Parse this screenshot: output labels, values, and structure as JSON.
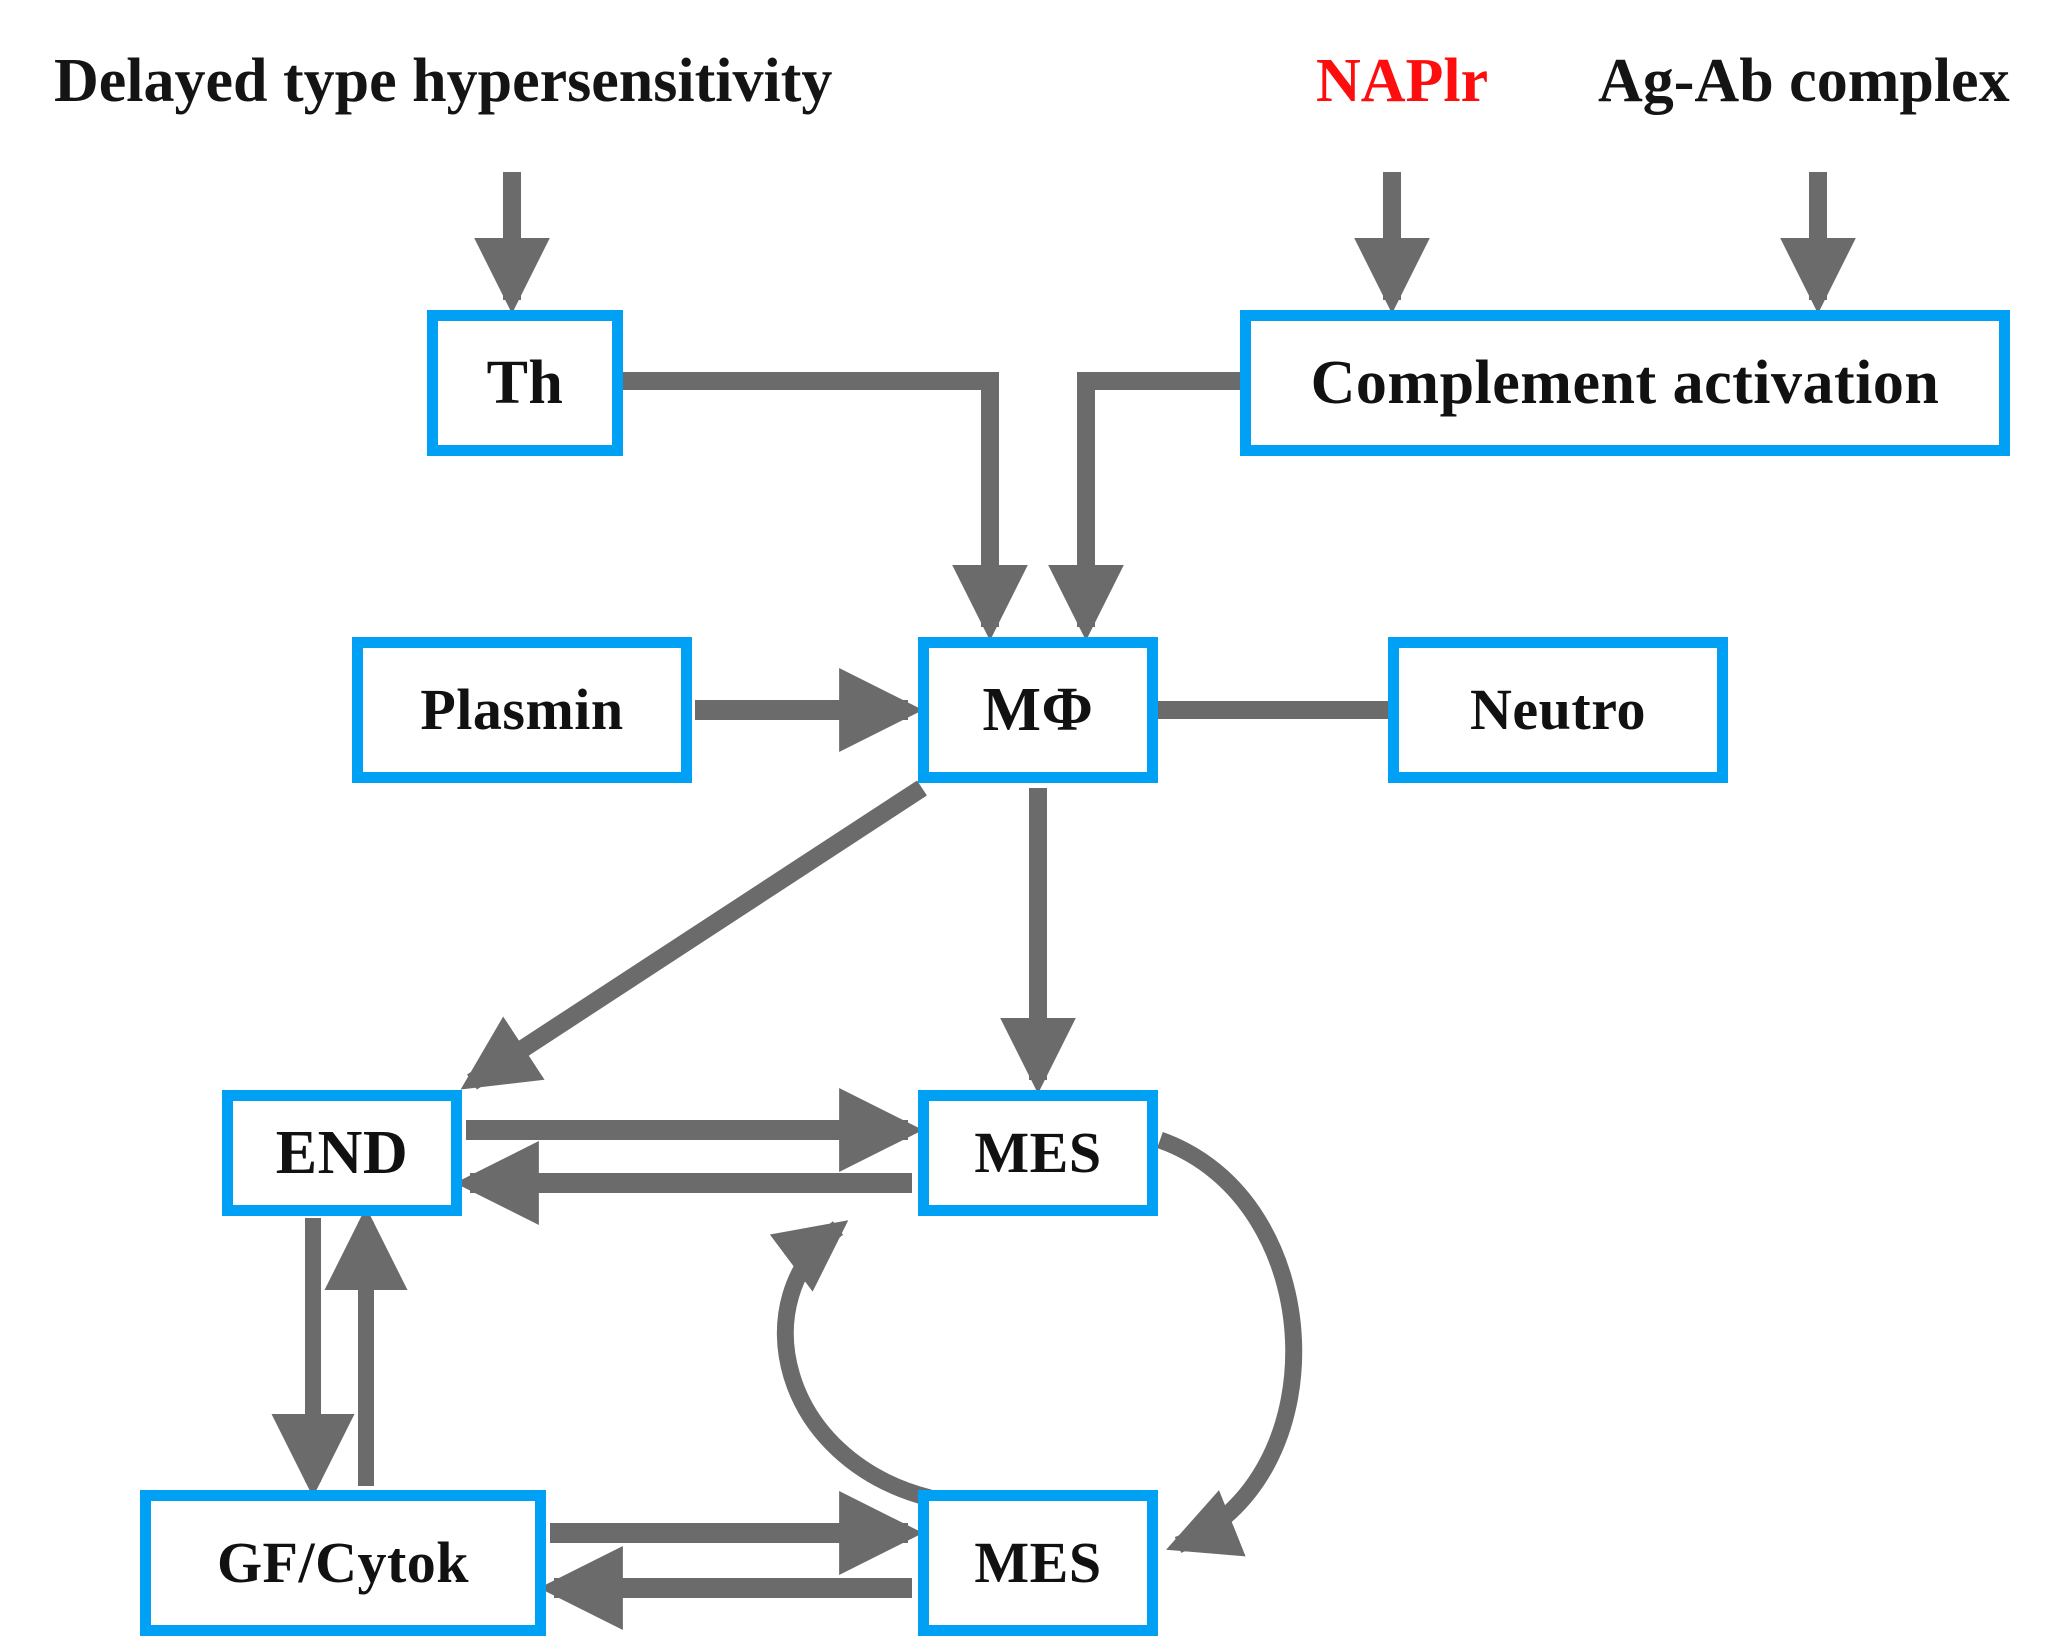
{
  "diagram": {
    "title_context": "Pathogenesis pathway of glomerulonephritis",
    "background_color": "#ffffff",
    "node_border_color": "#00a0f5",
    "node_fill_color": "#ffffff",
    "edge_color": "#6b6b6b",
    "text_color": "#141414",
    "highlight_color": "#fd0d0d"
  },
  "free_labels": [
    {
      "id": "dth",
      "text": "Delayed type hypersensitivity",
      "color": "#141414"
    },
    {
      "id": "naplr",
      "text": "NAPlr",
      "color": "#fd0d0d"
    },
    {
      "id": "agab",
      "text": "Ag-Ab complex",
      "color": "#141414"
    }
  ],
  "nodes": [
    {
      "id": "th",
      "label": "Th"
    },
    {
      "id": "complement",
      "label": "Complement activation"
    },
    {
      "id": "plasmin",
      "label": "Plasmin"
    },
    {
      "id": "mphi",
      "label": "MΦ"
    },
    {
      "id": "neutro",
      "label": "Neutro"
    },
    {
      "id": "end",
      "label": "END"
    },
    {
      "id": "mes_top",
      "label": "MES"
    },
    {
      "id": "gfcytok",
      "label": "GF/Cytok"
    },
    {
      "id": "mes_bottom",
      "label": "MES"
    }
  ],
  "edges": [
    {
      "id": "dth-to-th",
      "from": "Delayed type hypersensitivity",
      "to": "Th",
      "style": "straight-arrow",
      "direction": "down"
    },
    {
      "id": "naplr-to-complement",
      "from": "NAPlr",
      "to": "Complement activation",
      "style": "straight-arrow",
      "direction": "down"
    },
    {
      "id": "agab-to-complement",
      "from": "Ag-Ab complex",
      "to": "Complement activation",
      "style": "straight-arrow",
      "direction": "down"
    },
    {
      "id": "th-to-mphi",
      "from": "Th",
      "to": "MΦ",
      "style": "elbow-arrow",
      "direction": "right-down"
    },
    {
      "id": "complement-to-mphi",
      "from": "Complement activation",
      "to": "MΦ",
      "style": "elbow-arrow",
      "direction": "left-down"
    },
    {
      "id": "plasmin-to-mphi",
      "from": "Plasmin",
      "to": "MΦ",
      "style": "straight-arrow",
      "direction": "right"
    },
    {
      "id": "mphi-to-neutro",
      "from": "MΦ",
      "to": "Neutro",
      "style": "plain-line",
      "direction": "none"
    },
    {
      "id": "mphi-to-end",
      "from": "MΦ",
      "to": "END",
      "style": "diagonal-arrow",
      "direction": "down-left"
    },
    {
      "id": "mphi-to-mes-top",
      "from": "MΦ",
      "to": "MES",
      "style": "straight-arrow",
      "direction": "down"
    },
    {
      "id": "end-to-mes",
      "from": "END",
      "to": "MES",
      "style": "straight-arrow",
      "direction": "right"
    },
    {
      "id": "mes-to-end",
      "from": "MES",
      "to": "END",
      "style": "straight-arrow",
      "direction": "left"
    },
    {
      "id": "end-to-gfcytok",
      "from": "END",
      "to": "GF/Cytok",
      "style": "straight-arrow",
      "direction": "down"
    },
    {
      "id": "gfcytok-to-end",
      "from": "GF/Cytok",
      "to": "END",
      "style": "straight-arrow",
      "direction": "up"
    },
    {
      "id": "gfcytok-to-mes",
      "from": "GF/Cytok",
      "to": "MES",
      "style": "straight-arrow",
      "direction": "right"
    },
    {
      "id": "mes-to-gfcytok",
      "from": "MES",
      "to": "GF/Cytok",
      "style": "straight-arrow",
      "direction": "left"
    },
    {
      "id": "mes-bottom-to-mes-top",
      "from": "MES",
      "to": "MES",
      "style": "curved-arrow",
      "direction": "up-left-arc"
    },
    {
      "id": "mes-top-to-mes-bottom",
      "from": "MES",
      "to": "MES",
      "style": "curved-arrow",
      "direction": "down-right-arc"
    }
  ]
}
